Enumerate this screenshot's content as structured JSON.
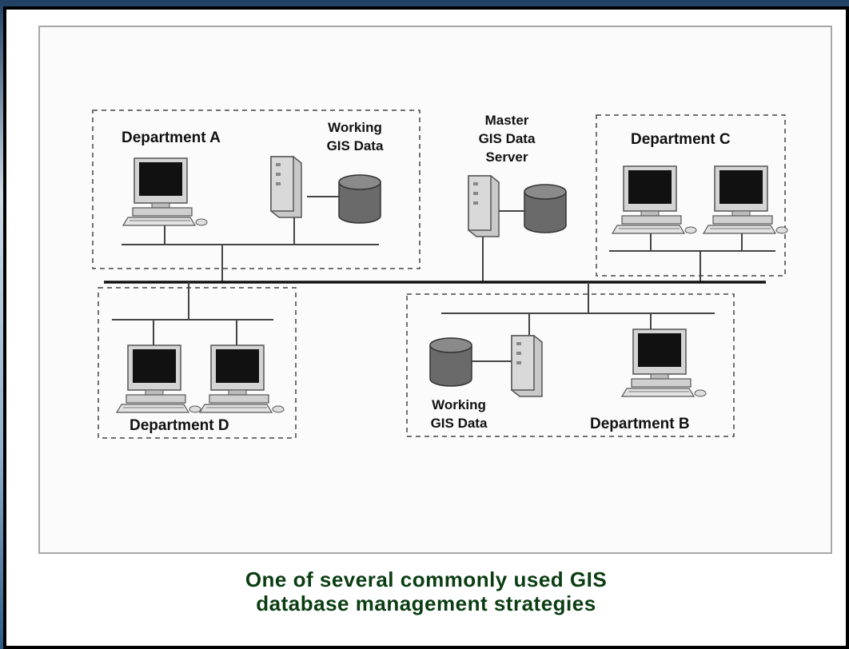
{
  "diagram": {
    "department_a": "Department A",
    "department_b": "Department B",
    "department_c": "Department C",
    "department_d": "Department D",
    "working_data_a": [
      "Working",
      "GIS Data"
    ],
    "working_data_b": [
      "Working",
      "GIS Data"
    ],
    "master_server": [
      "Master",
      "GIS Data",
      "Server"
    ]
  },
  "caption": {
    "line1": "One of several commonly used GIS",
    "line2": "database management strategies"
  }
}
